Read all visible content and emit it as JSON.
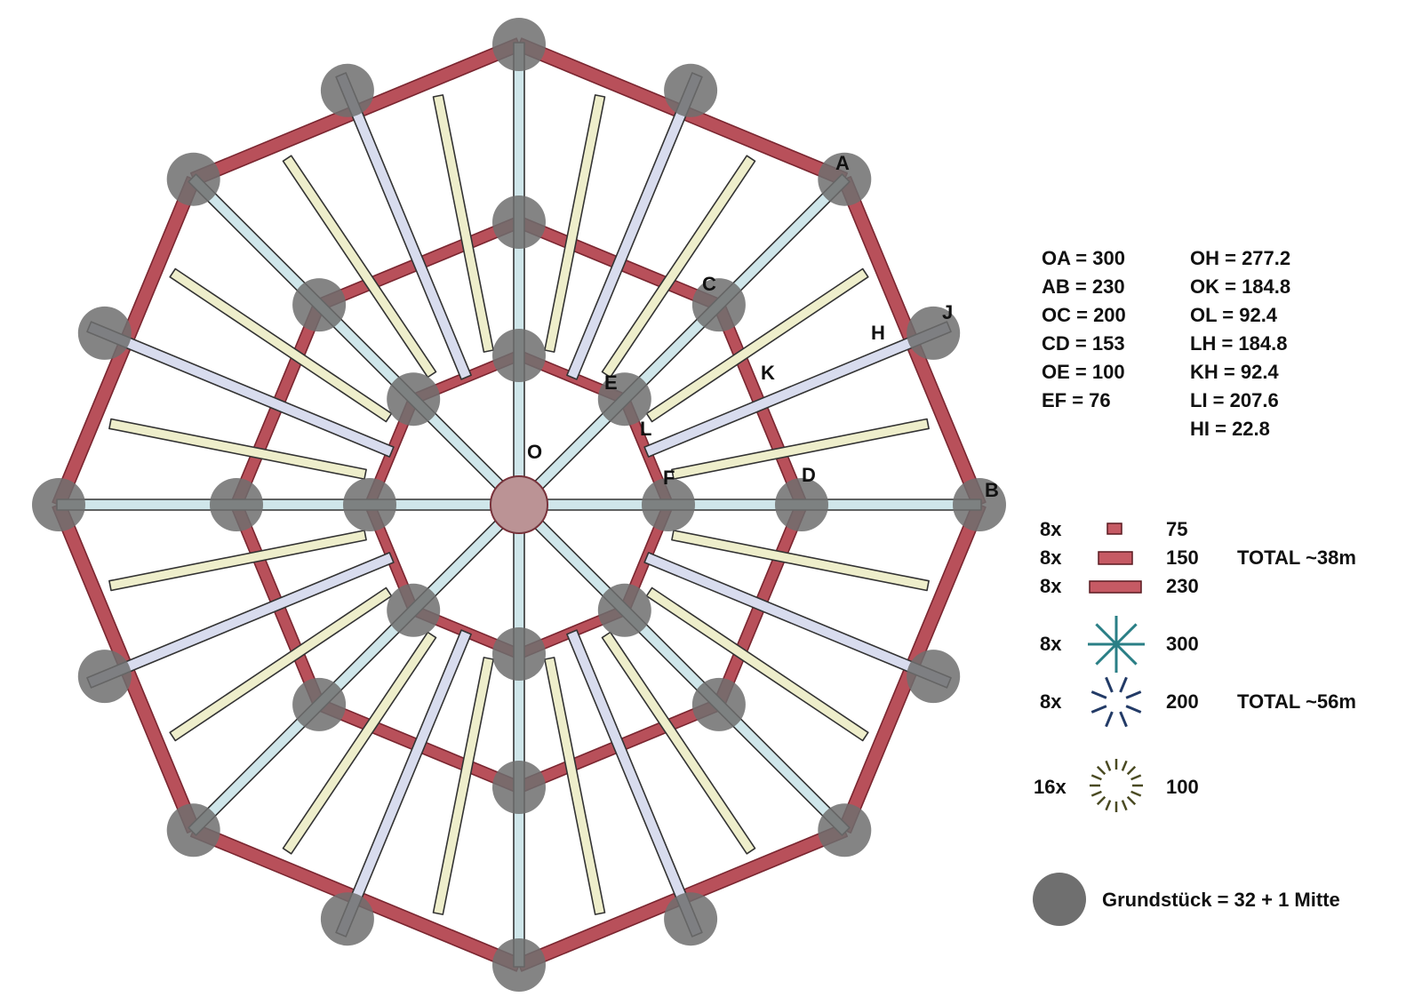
{
  "diagram": {
    "center_label": "O",
    "point_labels": {
      "A": "A",
      "B": "B",
      "C": "C",
      "D": "D",
      "E": "E",
      "F": "F",
      "H": "H",
      "J": "J",
      "K": "K",
      "L": "L"
    },
    "measurements_left": [
      "OA = 300",
      "AB = 230",
      "OC = 200",
      "CD = 153",
      "OE = 100",
      "EF = 76"
    ],
    "measurements_right": [
      "OH = 277.2",
      "OK = 184.8",
      "OL = 92.4",
      "LH = 184.8",
      "KH = 92.4",
      "LI = 207.6",
      "HI = 22.8"
    ],
    "legend": [
      {
        "count": "8x",
        "value": "75",
        "total": "",
        "icon": "short-beam-icon"
      },
      {
        "count": "8x",
        "value": "150",
        "total": "TOTAL ~38m",
        "icon": "medium-beam-icon"
      },
      {
        "count": "8x",
        "value": "230",
        "total": "",
        "icon": "long-beam-icon"
      },
      {
        "count": "8x",
        "value": "300",
        "total": "",
        "icon": "star-spokes-icon"
      },
      {
        "count": "8x",
        "value": "200",
        "total": "TOTAL ~56m",
        "icon": "broken-star-icon"
      },
      {
        "count": "16x",
        "value": "100",
        "total": "",
        "icon": "dashed-ring-icon"
      }
    ],
    "footer_legend": {
      "text": "Grundstück = 32 + 1 Mitte",
      "icon": "grey-dot-icon"
    },
    "colors": {
      "frame_red": "#b8505a",
      "frame_red_dark": "#7a2630",
      "spoke_blue": "#cfe6ea",
      "spoke_lavender": "#d8dcee",
      "rafter_yellow": "#eeeecb",
      "foundation_grey": "#6f6f6f",
      "outline": "#333333",
      "hub_pink": "#e3a7a9"
    }
  }
}
